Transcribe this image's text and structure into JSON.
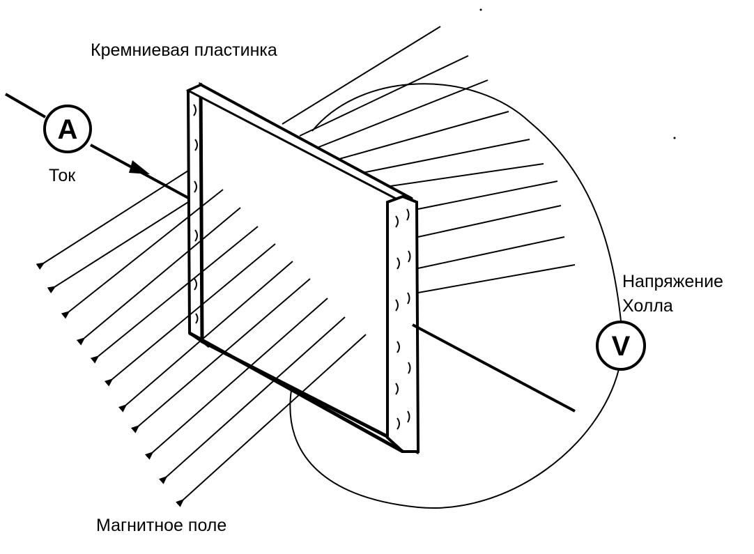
{
  "labels": {
    "plate": "Кремниевая пластинка",
    "current": "Ток",
    "hall_voltage_line1": "Напряжение",
    "hall_voltage_line2": "Холла",
    "magnetic_field": "Магнитное поле"
  },
  "meters": {
    "ammeter": "A",
    "voltmeter": "V"
  },
  "colors": {
    "ink": "#000000",
    "paper": "#ffffff"
  }
}
